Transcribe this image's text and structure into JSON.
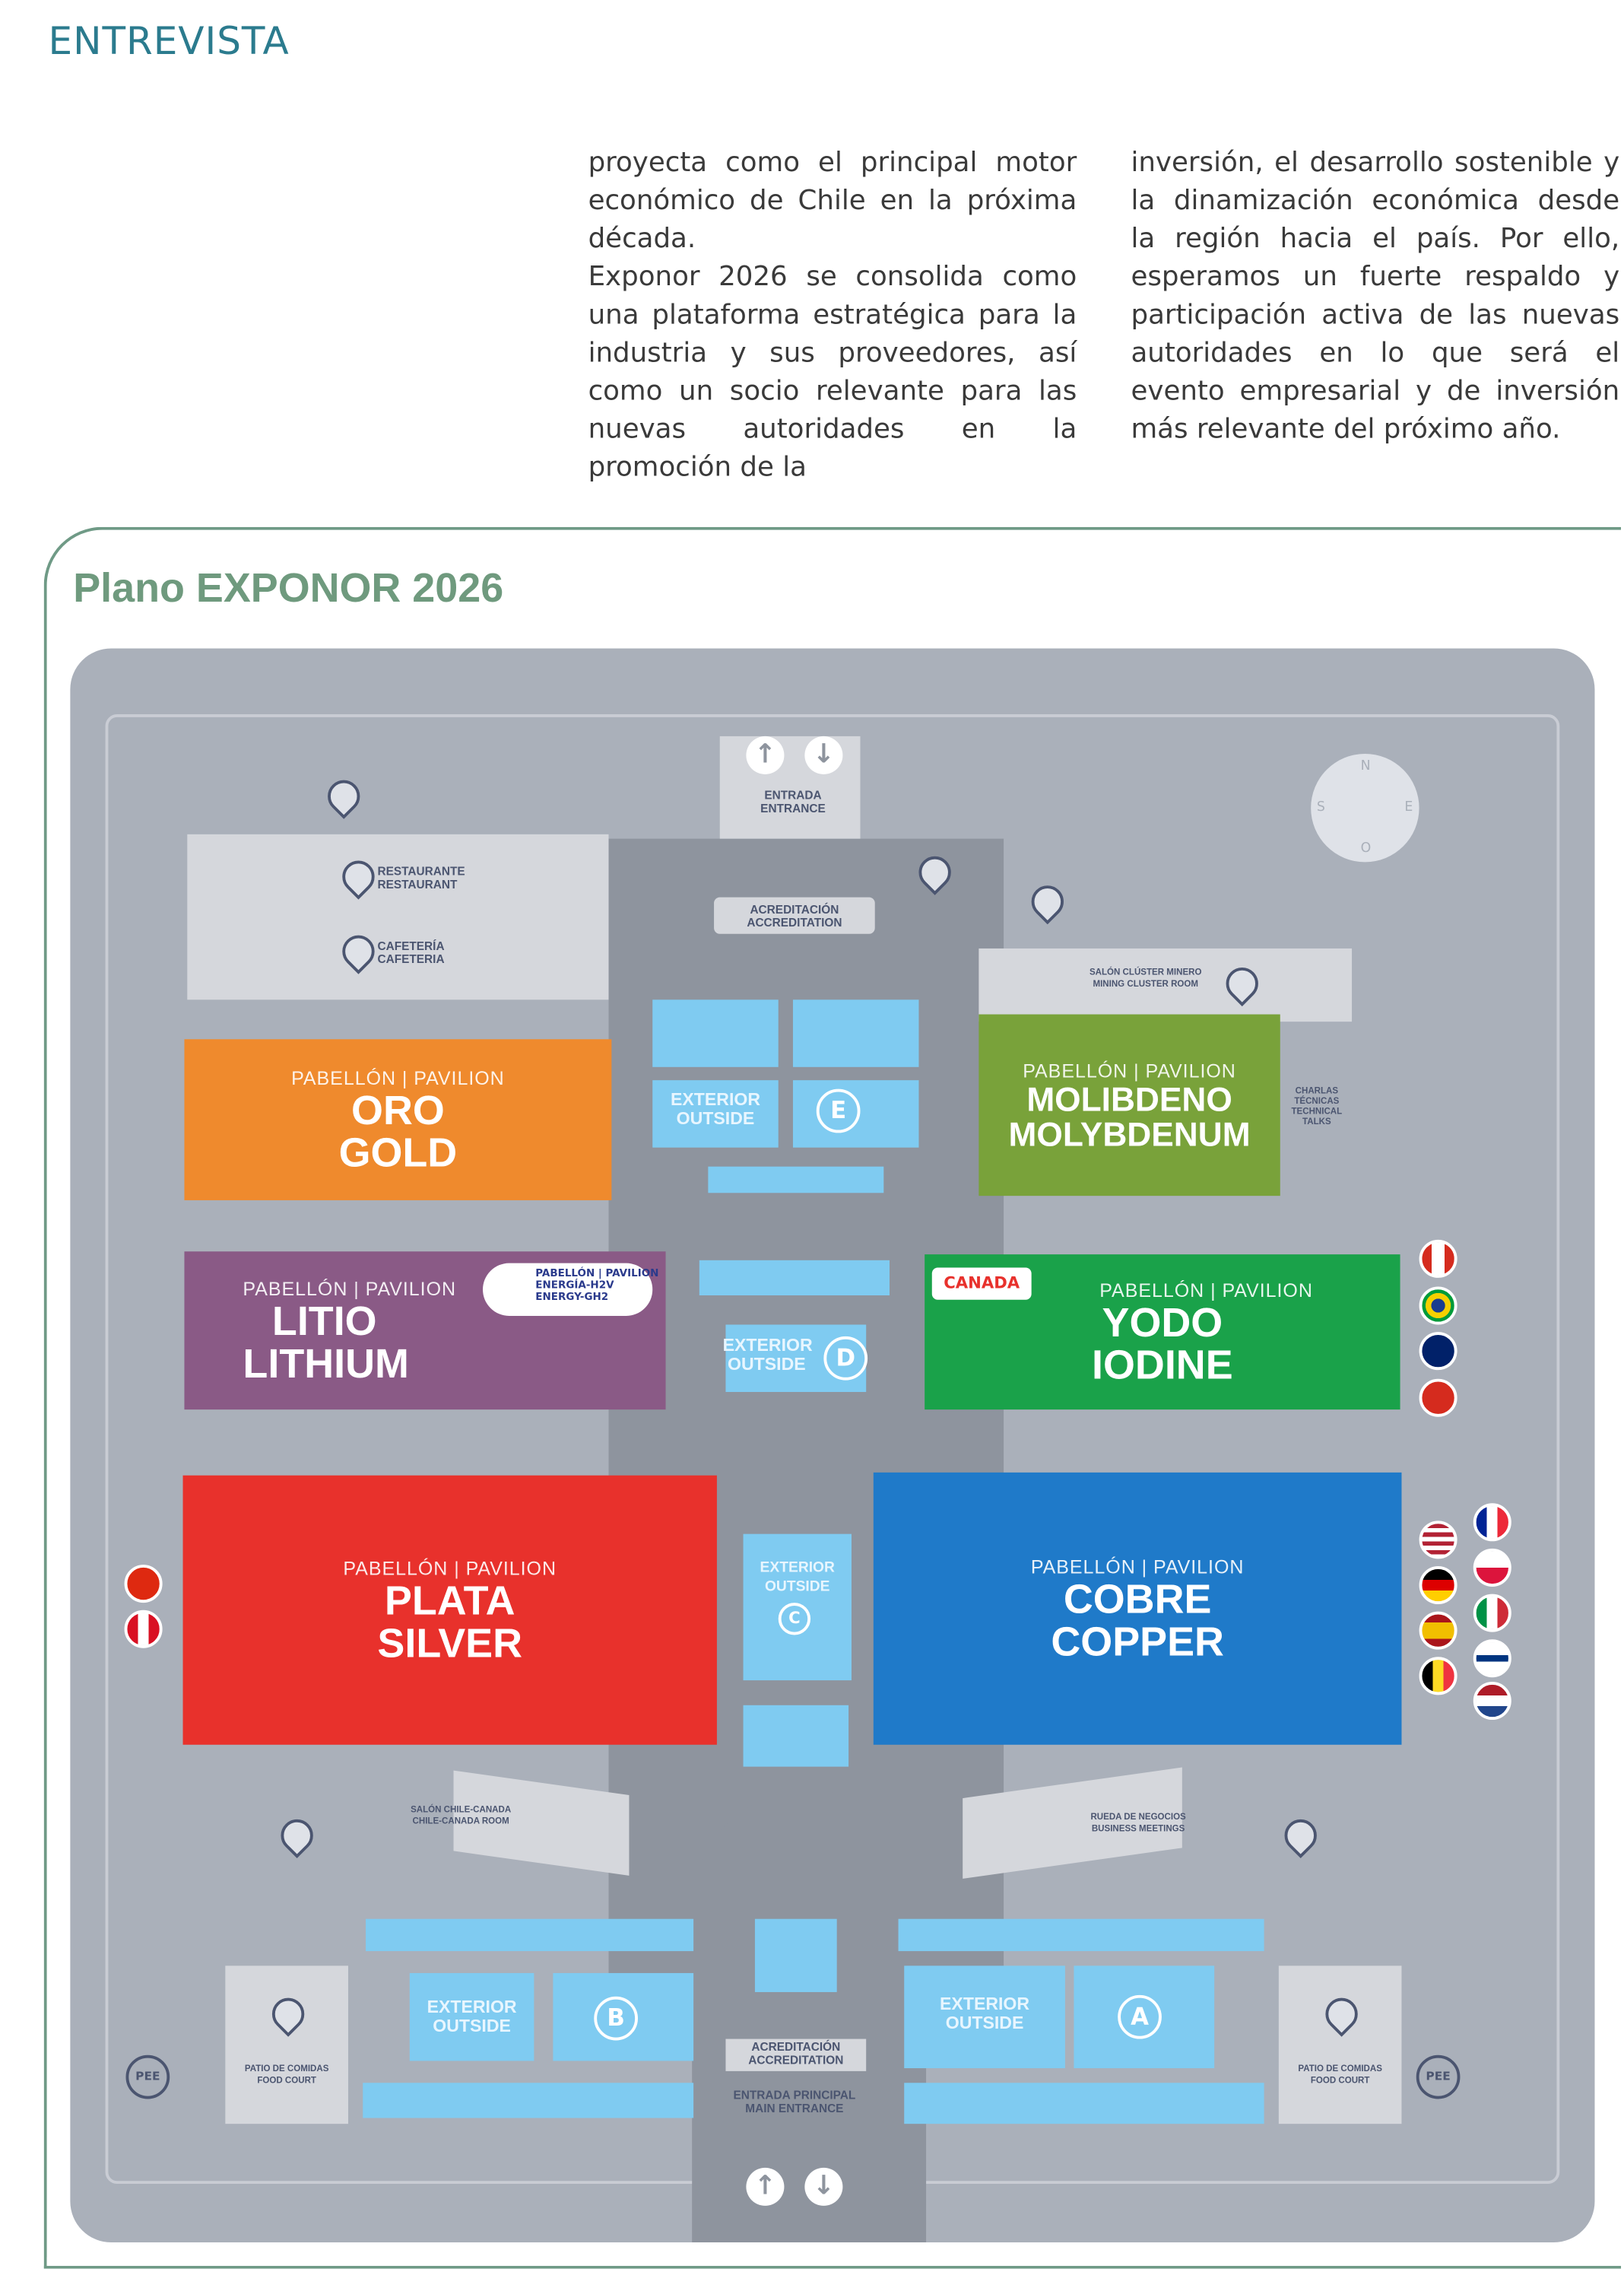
{
  "section_label": "ENTREVISTA",
  "article": {
    "col1": [
      "proyecta como el principal motor económico de Chile en la próxima década.",
      "Exponor 2026 se consolida como una plataforma estratégica para la industria y sus proveedores, así como un socio relevante para las nuevas autoridades en la promoción de la"
    ],
    "col2": [
      "inversión, el desarrollo sostenible y la dinamización económica desde la región hacia el país. Por ello, esperamos un fuerte respaldo y participación activa de las nuevas autoridades en lo que será el evento empresarial y de inversión más relevante del próximo año."
    ]
  },
  "map": {
    "title": "Plano EXPONOR 2026",
    "pavilion_sub": "PABELLÓN | PAVILION",
    "pavilions": [
      {
        "es": "ORO",
        "en": "GOLD",
        "color": "#ef8a2d"
      },
      {
        "es": "MOLIBDENO",
        "en": "MOLYBDENUM",
        "color": "#79a23a"
      },
      {
        "es": "LITIO",
        "en": "LITHIUM",
        "color": "#8a5a86"
      },
      {
        "es": "YODO",
        "en": "IODINE",
        "color": "#1aa24a"
      },
      {
        "es": "PLATA",
        "en": "SILVER",
        "color": "#e8312c"
      },
      {
        "es": "COBRE",
        "en": "COPPER",
        "color": "#1f7ac9"
      }
    ],
    "labels": {
      "entrance": "ENTRADA\nENTRANCE",
      "restaurant": "RESTAURANTE\nRESTAURANT",
      "cafeteria": "CAFETERÍA\nCAFETERIA",
      "accreditation": "ACREDITACIÓN\nACCREDITATION",
      "cluster_room": "SALÓN CLÚSTER MINERO\nMINING CLUSTER ROOM",
      "technical_talks": "CHARLAS\nTÉCNICAS\nTECHNICAL\nTALKS",
      "energy_badge": "PABELLÓN | PAVILION\nENERGÍA-H2V\nENERGY-GH2",
      "canada_badge": "CANADA",
      "chile_canada_room": "SALÓN CHILE-CANADA\nCHILE-CANADA ROOM",
      "business_meetings": "RUEDA DE NEGOCIOS\nBUSINESS MEETINGS",
      "food_court": "PATIO DE COMIDAS\nFOOD COURT",
      "main_entrance": "ENTRADA PRINCIPAL\nMAIN ENTRANCE",
      "outside": "EXTERIOR\nOUTSIDE",
      "pee": "PEE"
    },
    "zones": [
      "A",
      "B",
      "C",
      "D",
      "E"
    ],
    "compass": [
      "N",
      "S",
      "E",
      "O"
    ]
  }
}
